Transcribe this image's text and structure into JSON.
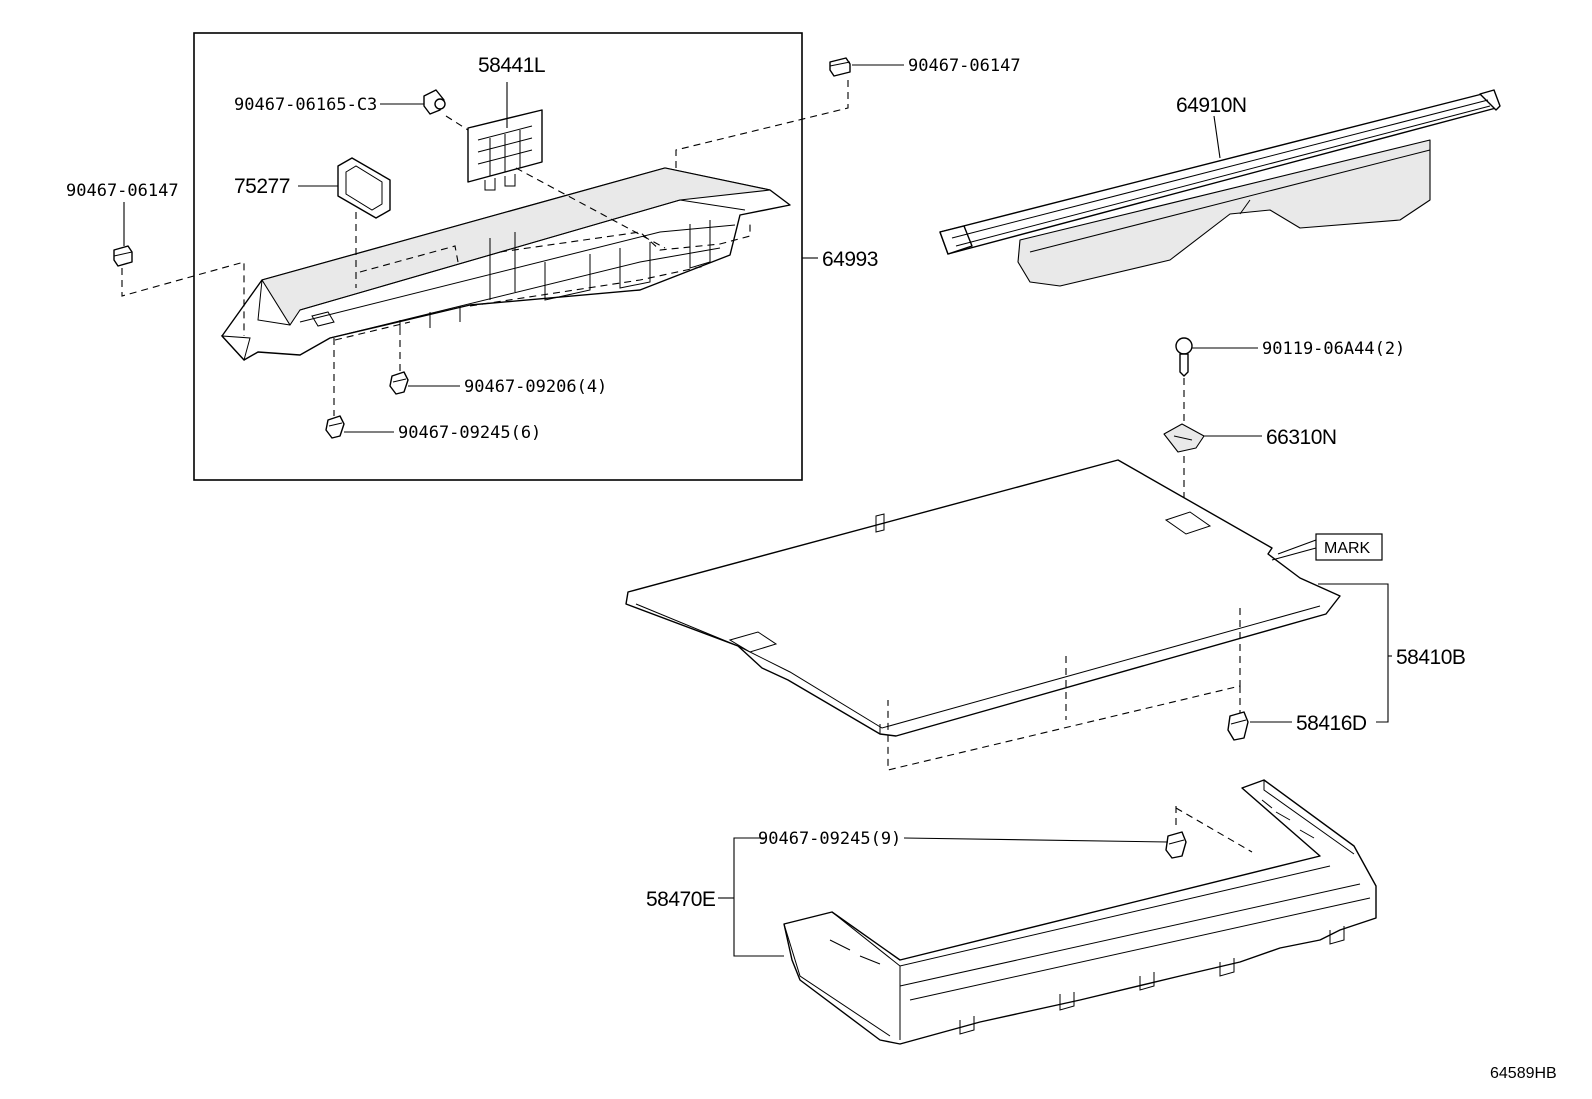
{
  "callouts": {
    "p58441L": "58441L",
    "p90467_06165_C3": "90467-06165-C3",
    "p75277": "75277",
    "p90467_06147_left": "90467-06147",
    "p90467_06147_top": "90467-06147",
    "p64993": "64993",
    "p90467_09206": "90467-09206(4)",
    "p90467_09245_6": "90467-09245(6)",
    "p64910N": "64910N",
    "p90119_06A44": "90119-06A44(2)",
    "p66310N": "66310N",
    "mark": "MARK",
    "p58410B": "58410B",
    "p58416D": "58416D",
    "p90467_09245_9": "90467-09245(9)",
    "p58470E": "58470E"
  },
  "reference_code": "64589HB"
}
